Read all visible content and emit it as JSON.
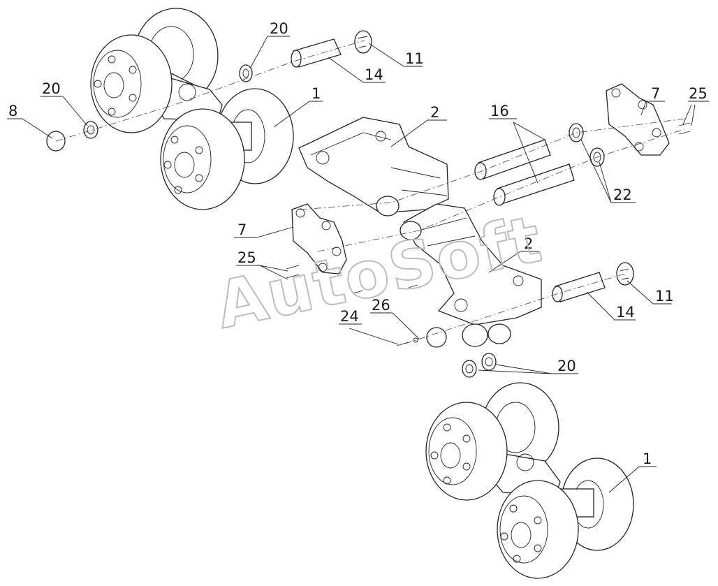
{
  "watermark": "AutoSoft",
  "callouts": [
    {
      "label": "20"
    },
    {
      "label": "11"
    },
    {
      "label": "14"
    },
    {
      "label": "20"
    },
    {
      "label": "1"
    },
    {
      "label": "8"
    },
    {
      "label": "2"
    },
    {
      "label": "16"
    },
    {
      "label": "7"
    },
    {
      "label": "25"
    },
    {
      "label": "22"
    },
    {
      "label": "7"
    },
    {
      "label": "25"
    },
    {
      "label": "2"
    },
    {
      "label": "26"
    },
    {
      "label": "24"
    },
    {
      "label": "11"
    },
    {
      "label": "14"
    },
    {
      "label": "20"
    },
    {
      "label": "1"
    }
  ]
}
